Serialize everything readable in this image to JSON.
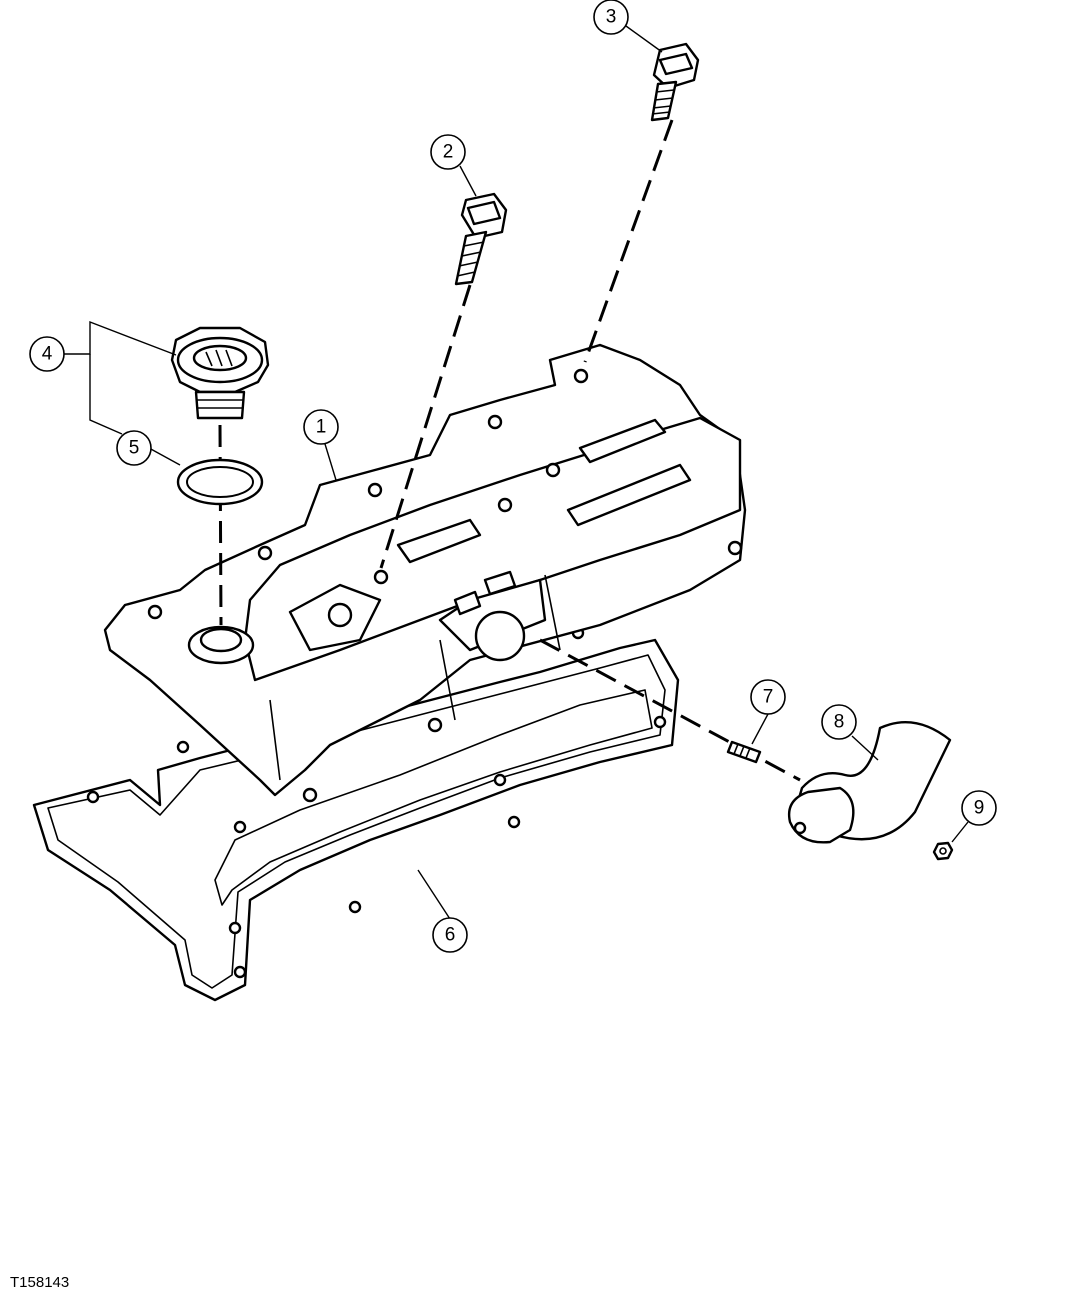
{
  "figure_id": "T158143",
  "callouts": [
    "1",
    "2",
    "3",
    "4",
    "5",
    "6",
    "7",
    "8",
    "9"
  ],
  "colors": {
    "line": "#000000",
    "background": "#ffffff"
  }
}
